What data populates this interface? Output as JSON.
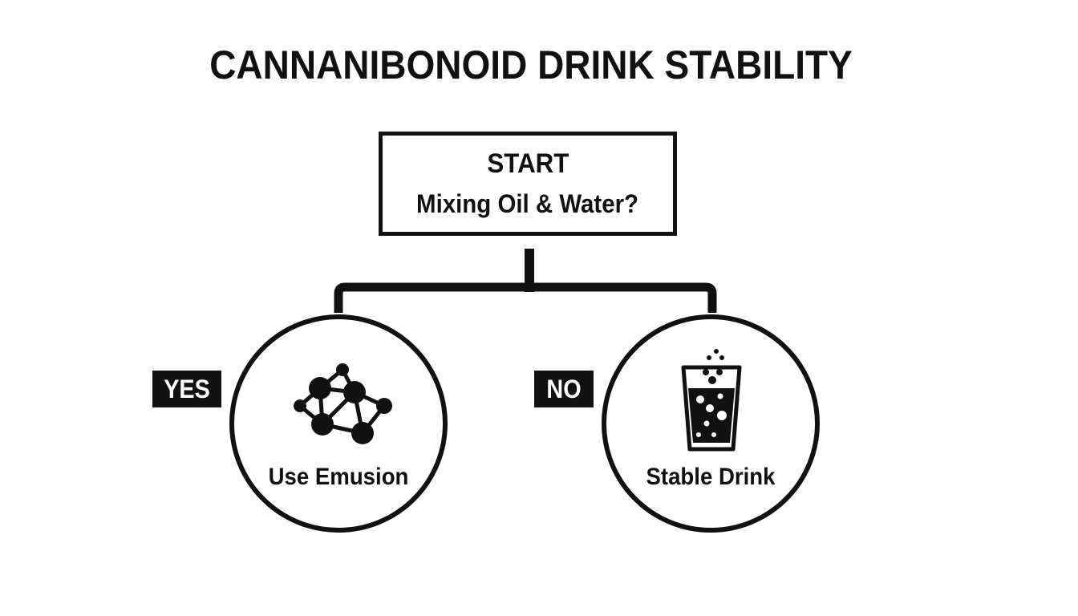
{
  "diagram": {
    "title": "CANNANIBONOID DRINK STABILITY",
    "start_node": {
      "heading": "START",
      "question": "Mixing Oil & Water?"
    },
    "branches": [
      {
        "condition_label": "YES",
        "outcome_label": "Use Emusion",
        "icon": "molecule-network-icon"
      },
      {
        "condition_label": "NO",
        "outcome_label": "Stable Drink",
        "icon": "fizzy-glass-icon"
      }
    ],
    "colors": {
      "stroke": "#111111",
      "background": "#ffffff",
      "tag_text": "#ffffff"
    }
  }
}
